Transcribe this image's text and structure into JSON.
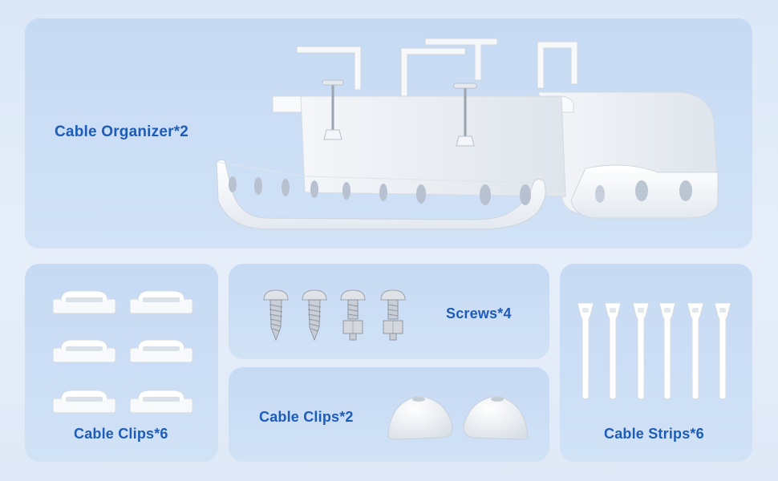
{
  "panels": {
    "organizer": {
      "label": "Cable Organizer*2"
    },
    "small_clips": {
      "label": "Cable Clips*6"
    },
    "screws": {
      "label": "Screws*4"
    },
    "round_clips": {
      "label": "Cable Clips*2"
    },
    "strips": {
      "label": "Cable Strips*6"
    }
  },
  "icons": {
    "organizer": "cable-organizer-tray-icon",
    "small_clip": "adhesive-cable-clip-icon",
    "screw": "screw-icon",
    "round_clip": "dome-cable-clip-icon",
    "strip": "velcro-cable-strip-icon"
  },
  "colors": {
    "label": "#1d5cb9",
    "panel": "#c6daf4",
    "background": "#dbe8f8"
  }
}
